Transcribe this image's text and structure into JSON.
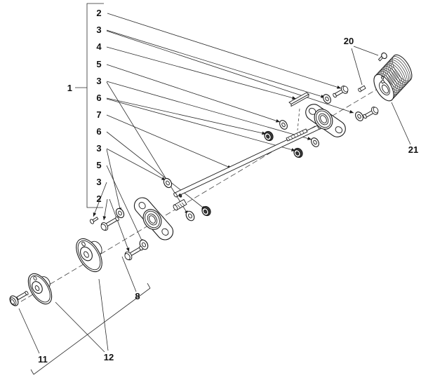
{
  "colors": {
    "ink": "#1a1a1a",
    "background": "#ffffff"
  },
  "callouts": {
    "assembly_label": "1",
    "stack": [
      "2",
      "3",
      "4",
      "5",
      "3",
      "6",
      "7",
      "6",
      "3",
      "5",
      "3",
      "2"
    ],
    "idler_group_label": "8",
    "bolt_label": "11",
    "pulley_label": "12",
    "screw_label": "20",
    "roller_label": "21"
  }
}
